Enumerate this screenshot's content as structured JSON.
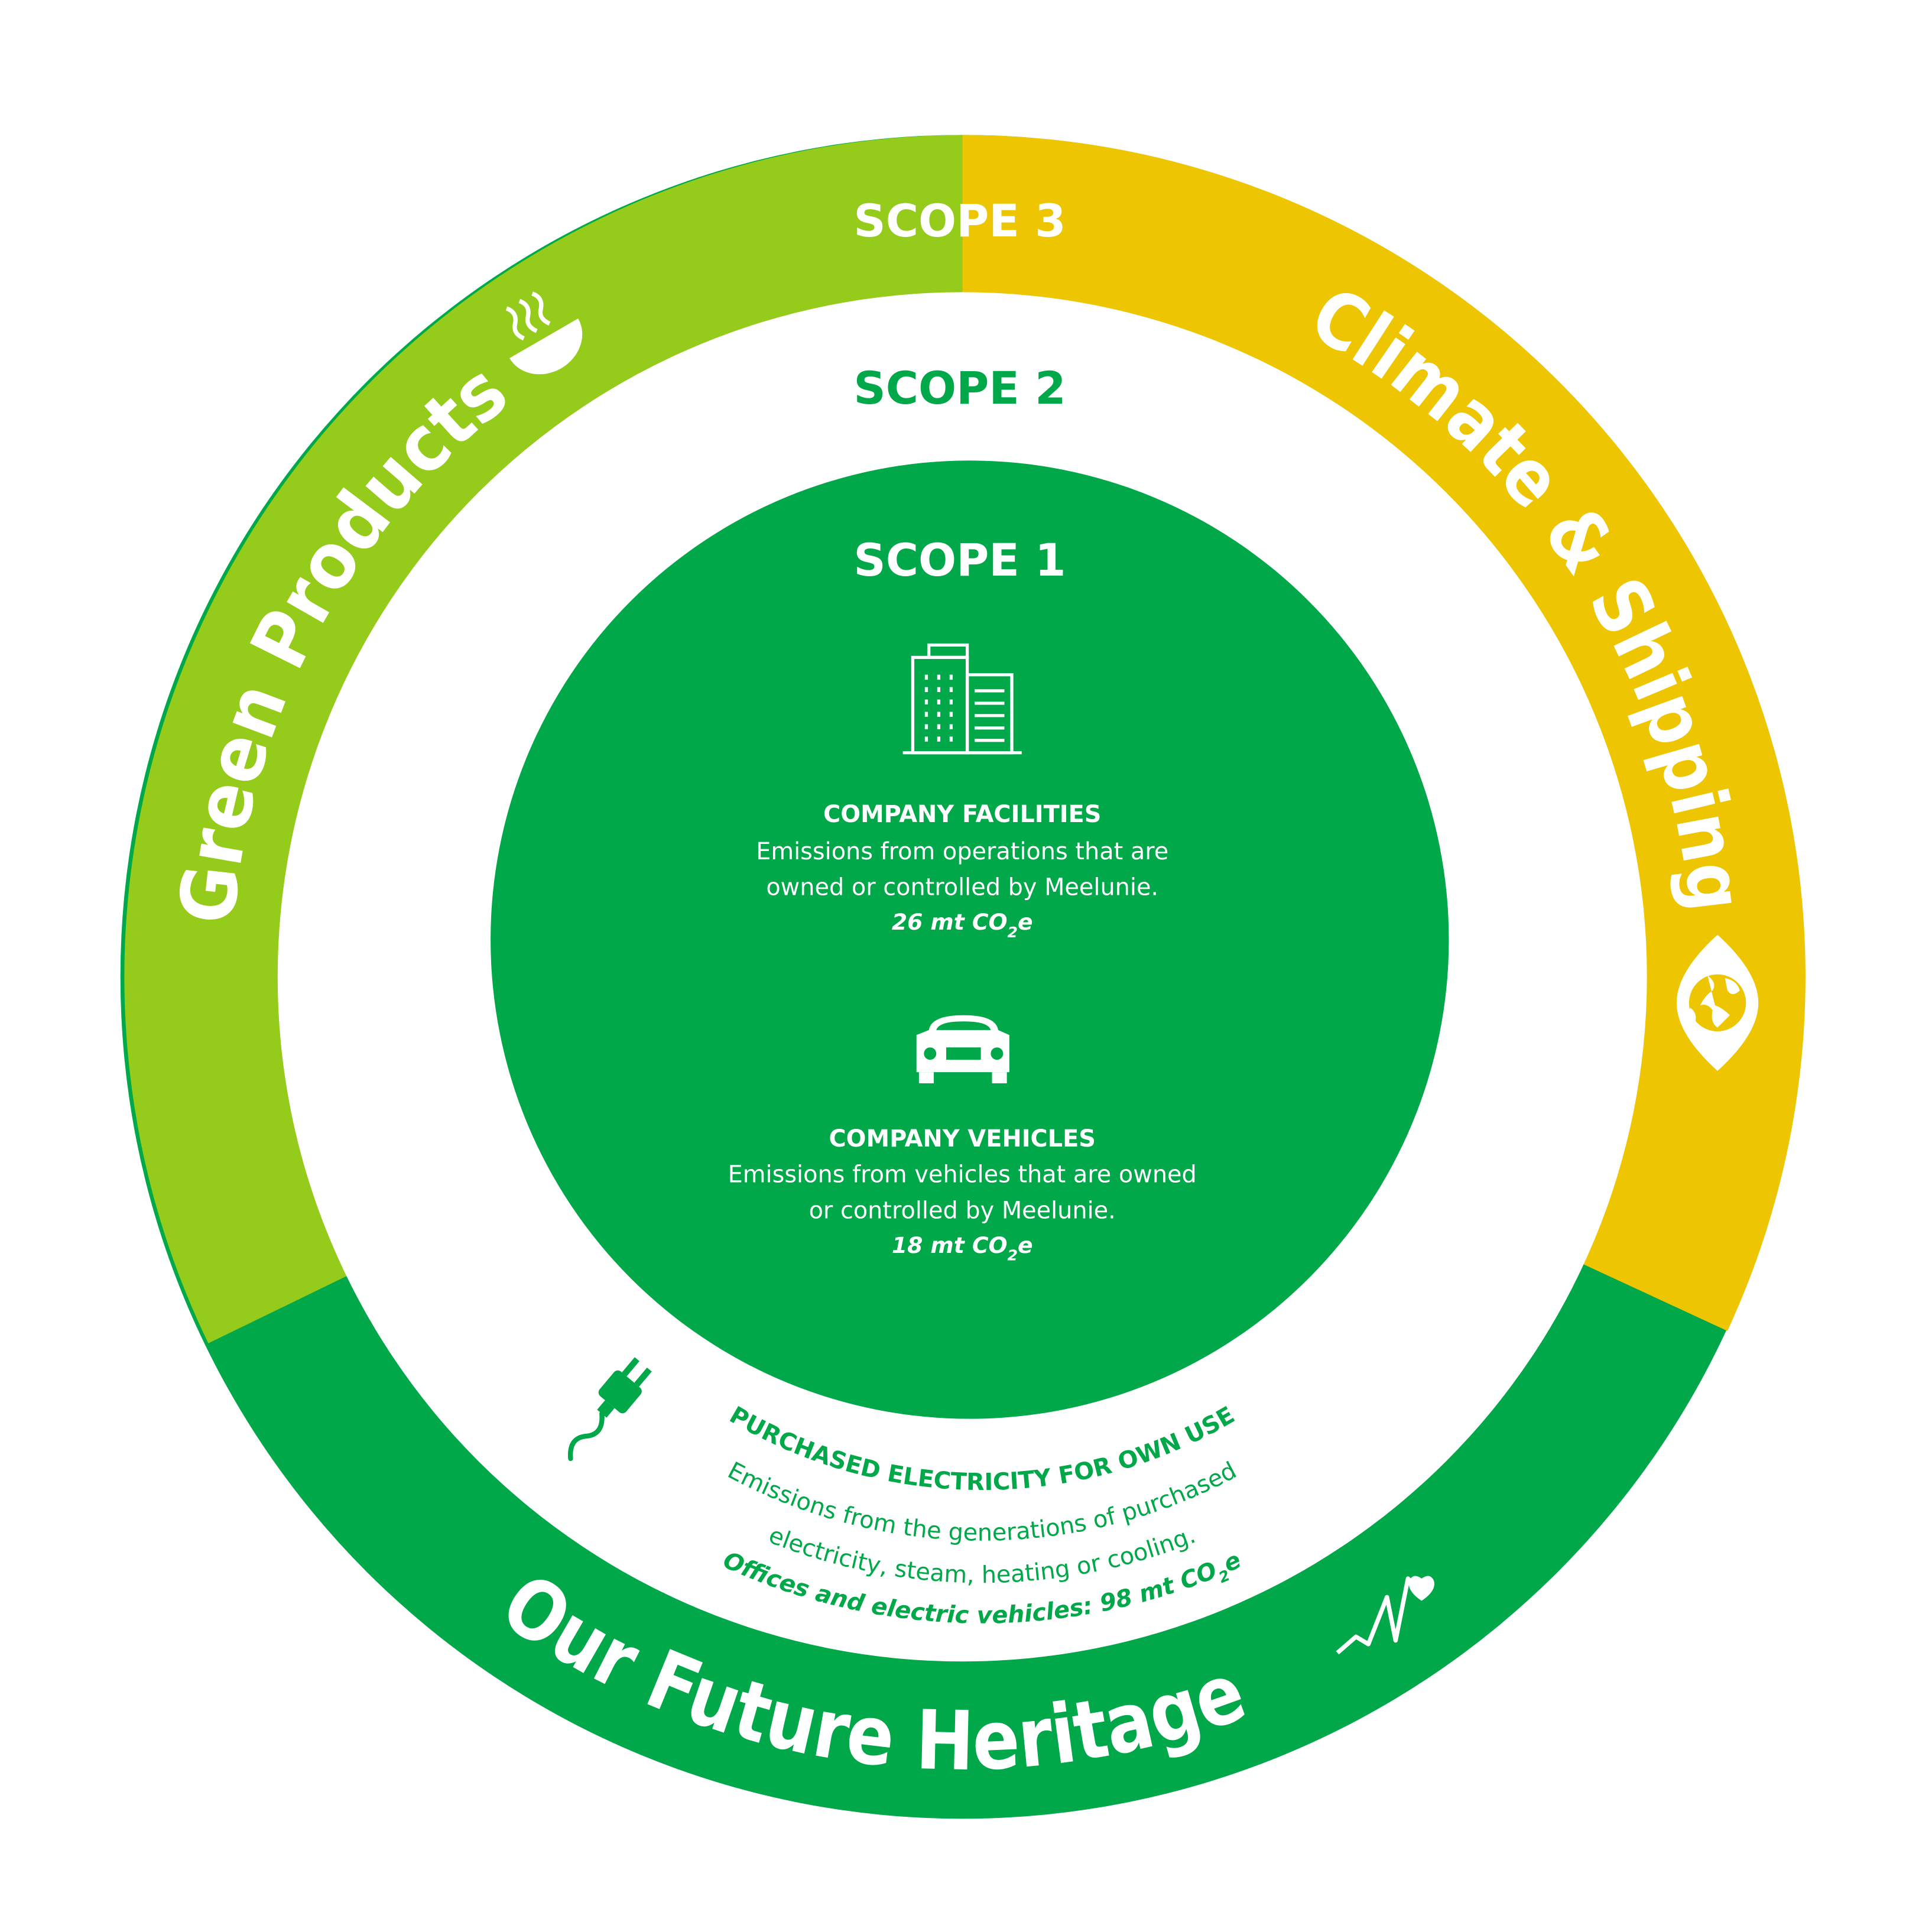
{
  "colors": {
    "green_products": "#95CB1B",
    "climate_shipping": "#EDC500",
    "future_heritage": "#00A84A",
    "scope1_fill": "#00A84A",
    "white": "#FFFFFF"
  },
  "ring": {
    "segments": [
      {
        "label": "Green Products",
        "icon": "bowl-steam-icon"
      },
      {
        "label": "Climate & Shipping",
        "icon": "globe-icon"
      },
      {
        "label": "Our Future Heritage",
        "icon": "heartbeat-icon"
      }
    ]
  },
  "scopes": {
    "scope3": "SCOPE 3",
    "scope2": "SCOPE 2",
    "scope1": "SCOPE 1"
  },
  "scope1_items": [
    {
      "icon": "building-icon",
      "title": "COMPANY FACILITIES",
      "lines": [
        "Emissions from operations that are",
        "owned or controlled by Meelunie."
      ],
      "value": {
        "main": "26 mt CO",
        "sub": "2",
        "suffix": "e"
      }
    },
    {
      "icon": "car-icon",
      "title": "COMPANY VEHICLES",
      "lines": [
        "Emissions from vehicles that are owned",
        "or controlled by Meelunie."
      ],
      "value": {
        "main": "18 mt CO",
        "sub": "2",
        "suffix": "e"
      }
    }
  ],
  "scope2_item": {
    "icon": "plug-icon",
    "title": "PURCHASED ELECTRICITY FOR OWN USE",
    "lines": [
      "Emissions from the generations of purchased",
      "electricity, steam, heating or cooling."
    ],
    "value": {
      "main": "Offices and electric vehicles: 98 mt CO",
      "sub": "2",
      "suffix": "e"
    }
  }
}
